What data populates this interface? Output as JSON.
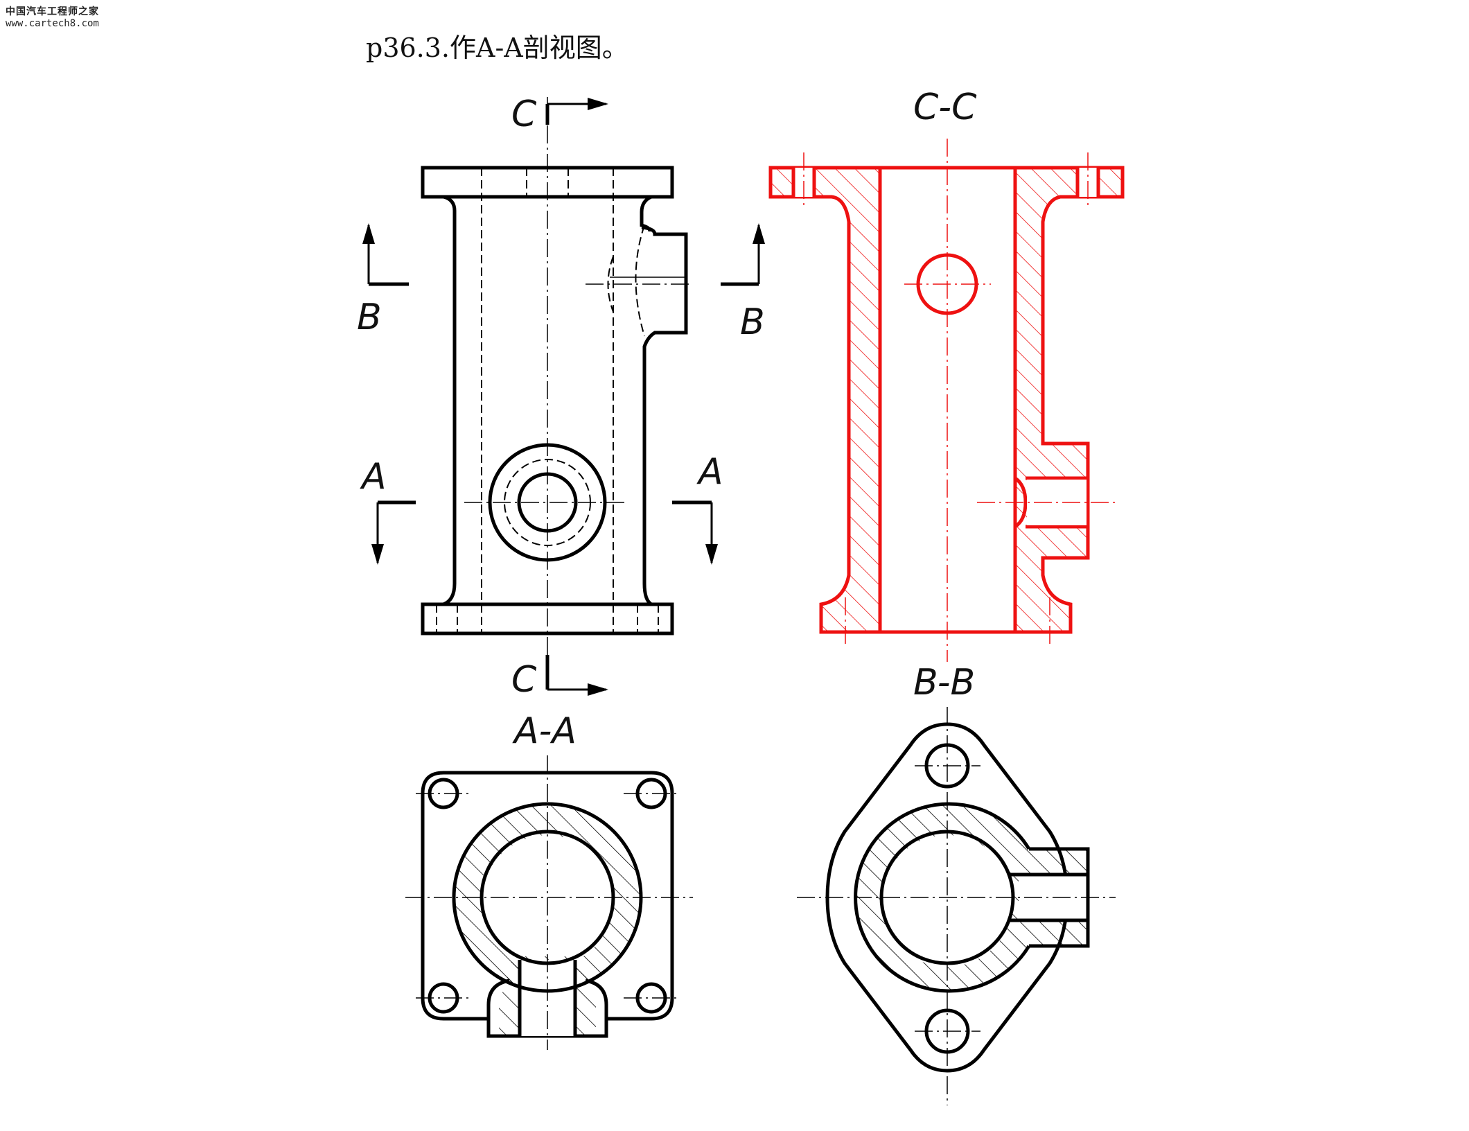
{
  "watermark": {
    "chinese": "中国汽车工程师之家",
    "url": "www.cartech8.com"
  },
  "title": "p36.3.作A-A剖视图。",
  "views": {
    "front": {
      "section_labels": {
        "c_top": "C",
        "c_bottom": "C",
        "b_left": "B",
        "b_right": "B",
        "a_left": "A",
        "a_right": "A"
      }
    },
    "section_cc": {
      "label": "C-C",
      "color": "#ee1111"
    },
    "section_aa": {
      "label": "A-A"
    },
    "section_bb": {
      "label": "B-B"
    }
  }
}
